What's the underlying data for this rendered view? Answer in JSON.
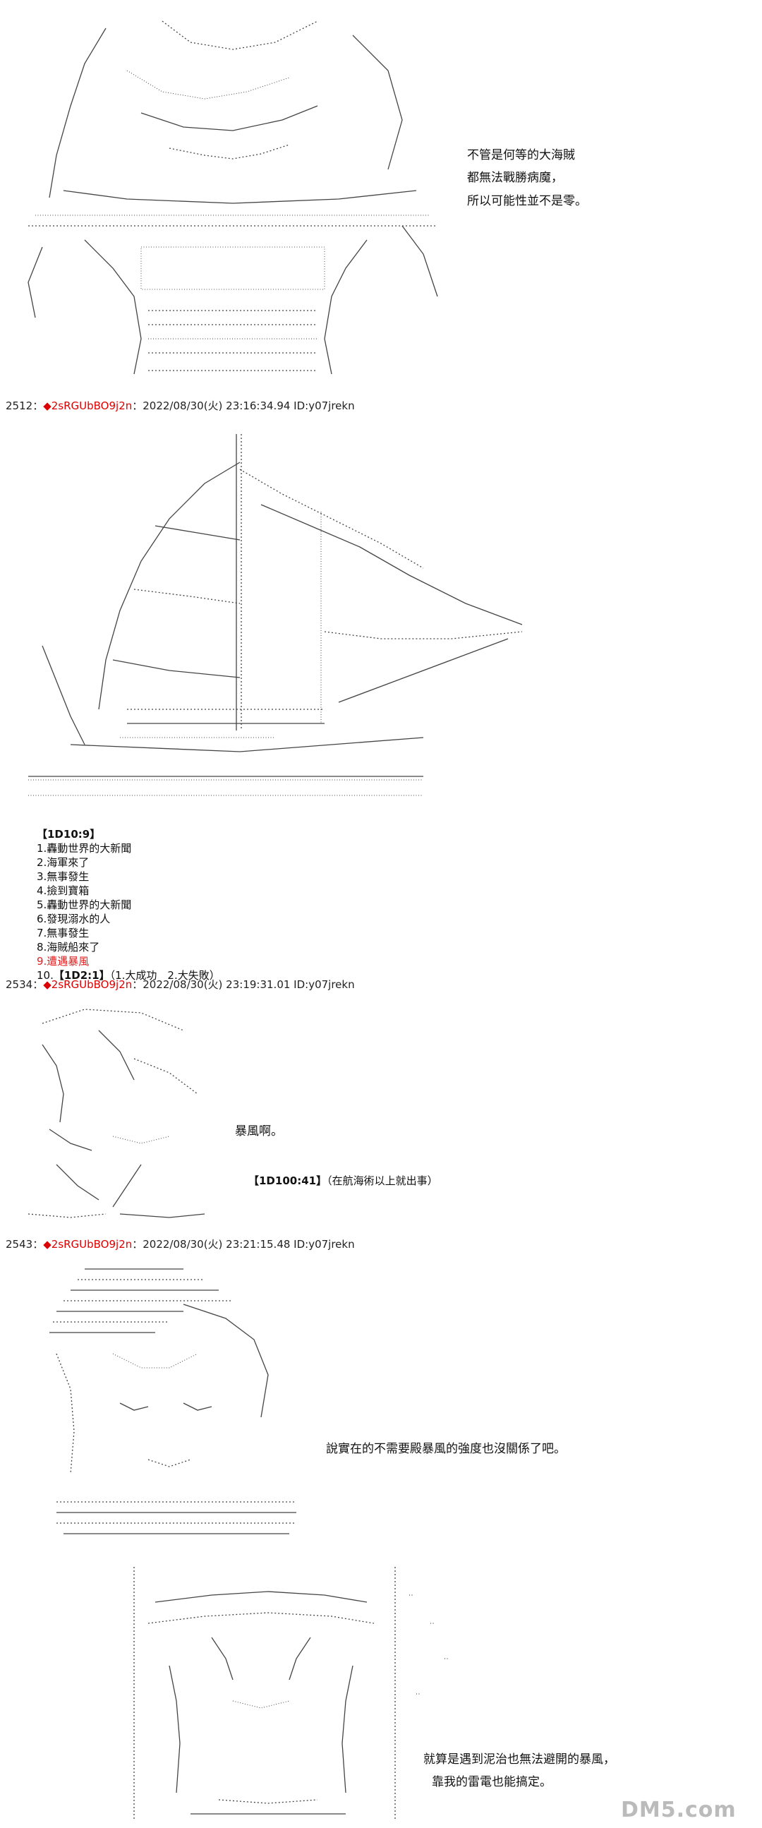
{
  "panel1": {
    "lines": [
      "不管是何等的大海賊",
      "都無法戰勝病魔，",
      "所以可能性並不是零。"
    ]
  },
  "post_2512": {
    "num": "2512",
    "sep": "：",
    "diamond": "◆",
    "trip": "2sRGUbBO9j2n",
    "date": "：2022/08/30(火) 23:16:34.94 ID:y07jrekn"
  },
  "dice_block": {
    "header": "【1D10:9】",
    "items": [
      "1.轟動世界的大新聞",
      "2.海軍來了",
      "3.無事發生",
      "4.撿到寶箱",
      "5.轟動世界的大新聞",
      "6.發現溺水的人",
      "7.無事發生",
      "8.海賊船來了",
      "9.遭遇暴風"
    ],
    "last_prefix": "10.",
    "last_bracket": "【1D2:1】",
    "last_rest": "（1.大成功　2.大失敗）"
  },
  "post_2534": {
    "num": "2534",
    "sep": "：",
    "diamond": "◆",
    "trip": "2sRGUbBO9j2n",
    "date": "：2022/08/30(火) 23:19:31.01 ID:y07jrekn",
    "speech": "暴風啊。",
    "dice_bracket": "【1D100:41】",
    "dice_rest": "（在航海術以上就出事）"
  },
  "post_2543": {
    "num": "2543",
    "sep": "：",
    "diamond": "◆",
    "trip": "2sRGUbBO9j2n",
    "date": "：2022/08/30(火) 23:21:15.48 ID:y07jrekn",
    "speech": "說實在的不需要殿暴風的強度也沒關係了吧。"
  },
  "panel5": {
    "lines": [
      "就算是遇到泥治也無法避開的暴風，",
      "靠我的雷電也能搞定。"
    ]
  },
  "watermark": {
    "text": "DM5.com"
  }
}
